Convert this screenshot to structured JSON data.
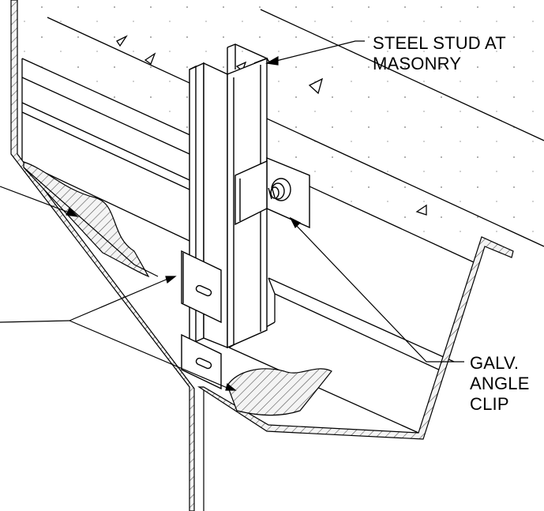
{
  "drawing": {
    "labels": {
      "steel_stud": [
        "STEEL STUD AT",
        "MASONRY"
      ],
      "angle_clip": [
        "GALV.",
        "ANGLE",
        "CLIP"
      ]
    },
    "colors": {
      "line": "#000000",
      "background": "#ffffff",
      "insulation": "#e6e6e6"
    }
  }
}
